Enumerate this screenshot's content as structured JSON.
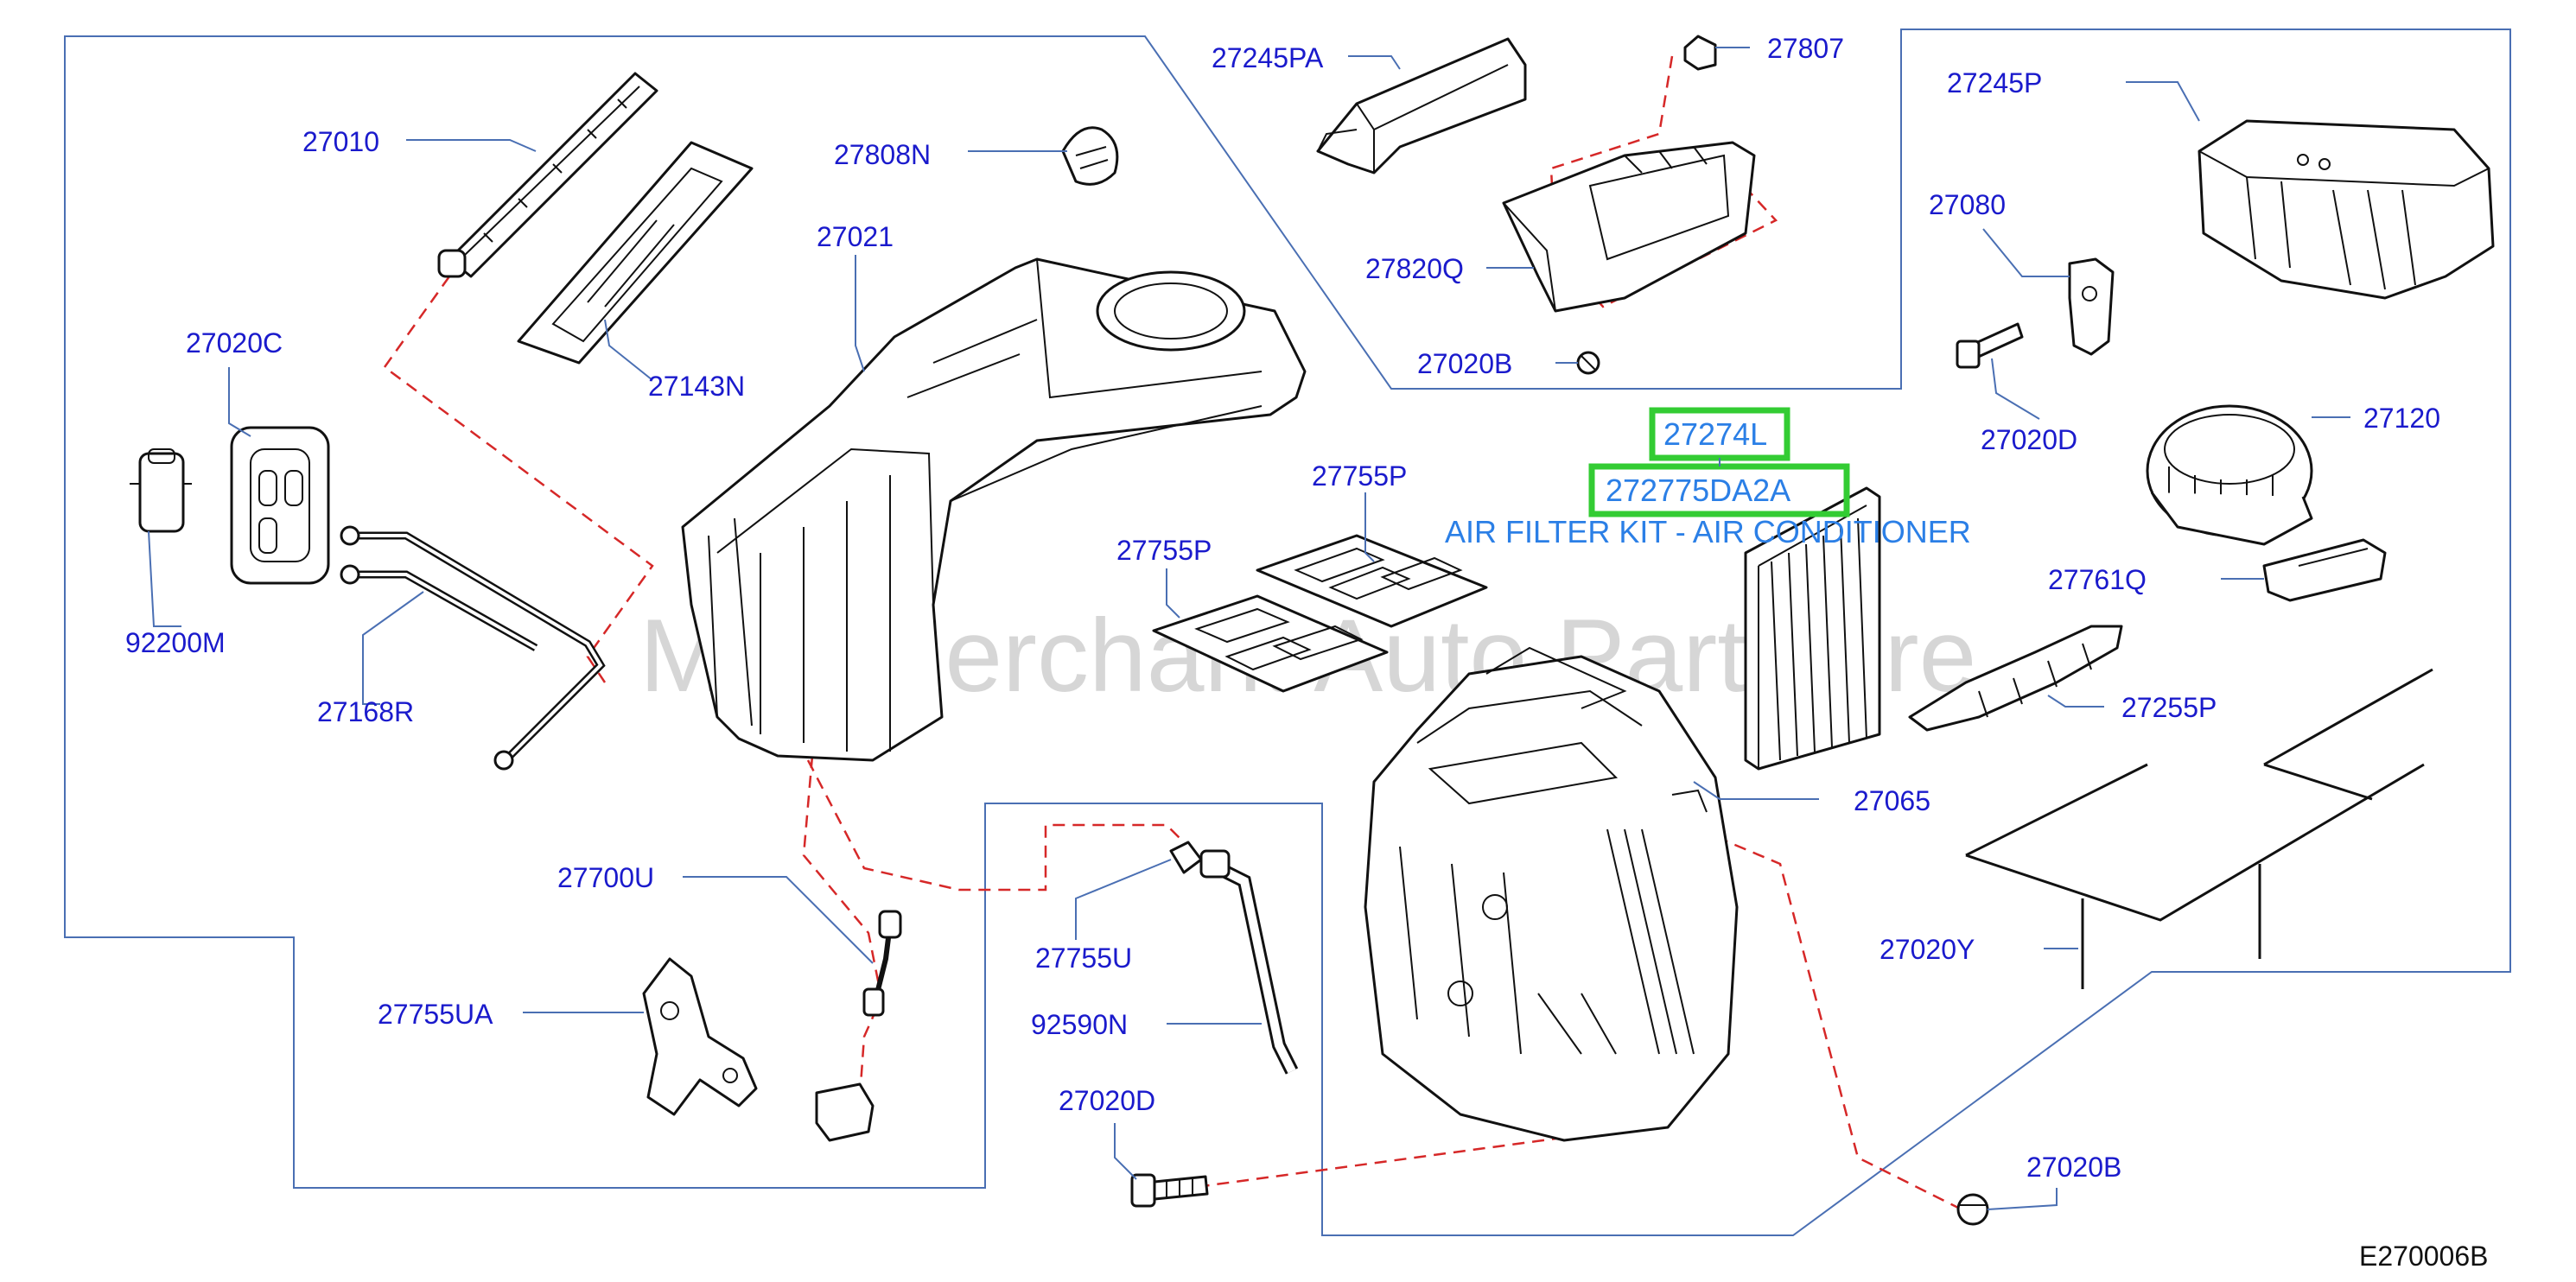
{
  "diagram": {
    "watermark": "MultiMerchant Auto Partstore",
    "reference_code": "E270006B",
    "kit": {
      "codes": [
        "27274L",
        "272775DA2A"
      ],
      "description": "AIR FILTER KIT - AIR CONDITIONER"
    },
    "colors": {
      "label": "#1a1acc",
      "kit_text": "#2b7fe6",
      "highlight": "#33cc33",
      "dashed_connector": "#d62828",
      "region_outline": "#4a6fb3"
    },
    "part_labels": [
      "27010",
      "27143N",
      "27020C",
      "92200M",
      "27168R",
      "27021",
      "27808N",
      "27245PA",
      "27807",
      "27820Q",
      "27020B",
      "27245P",
      "27080",
      "27020D",
      "27120",
      "27755P",
      "27755P",
      "27761Q",
      "27255P",
      "27065",
      "27020Y",
      "27700U",
      "27755UA",
      "27755U",
      "92590N",
      "27020D",
      "27020B"
    ]
  }
}
